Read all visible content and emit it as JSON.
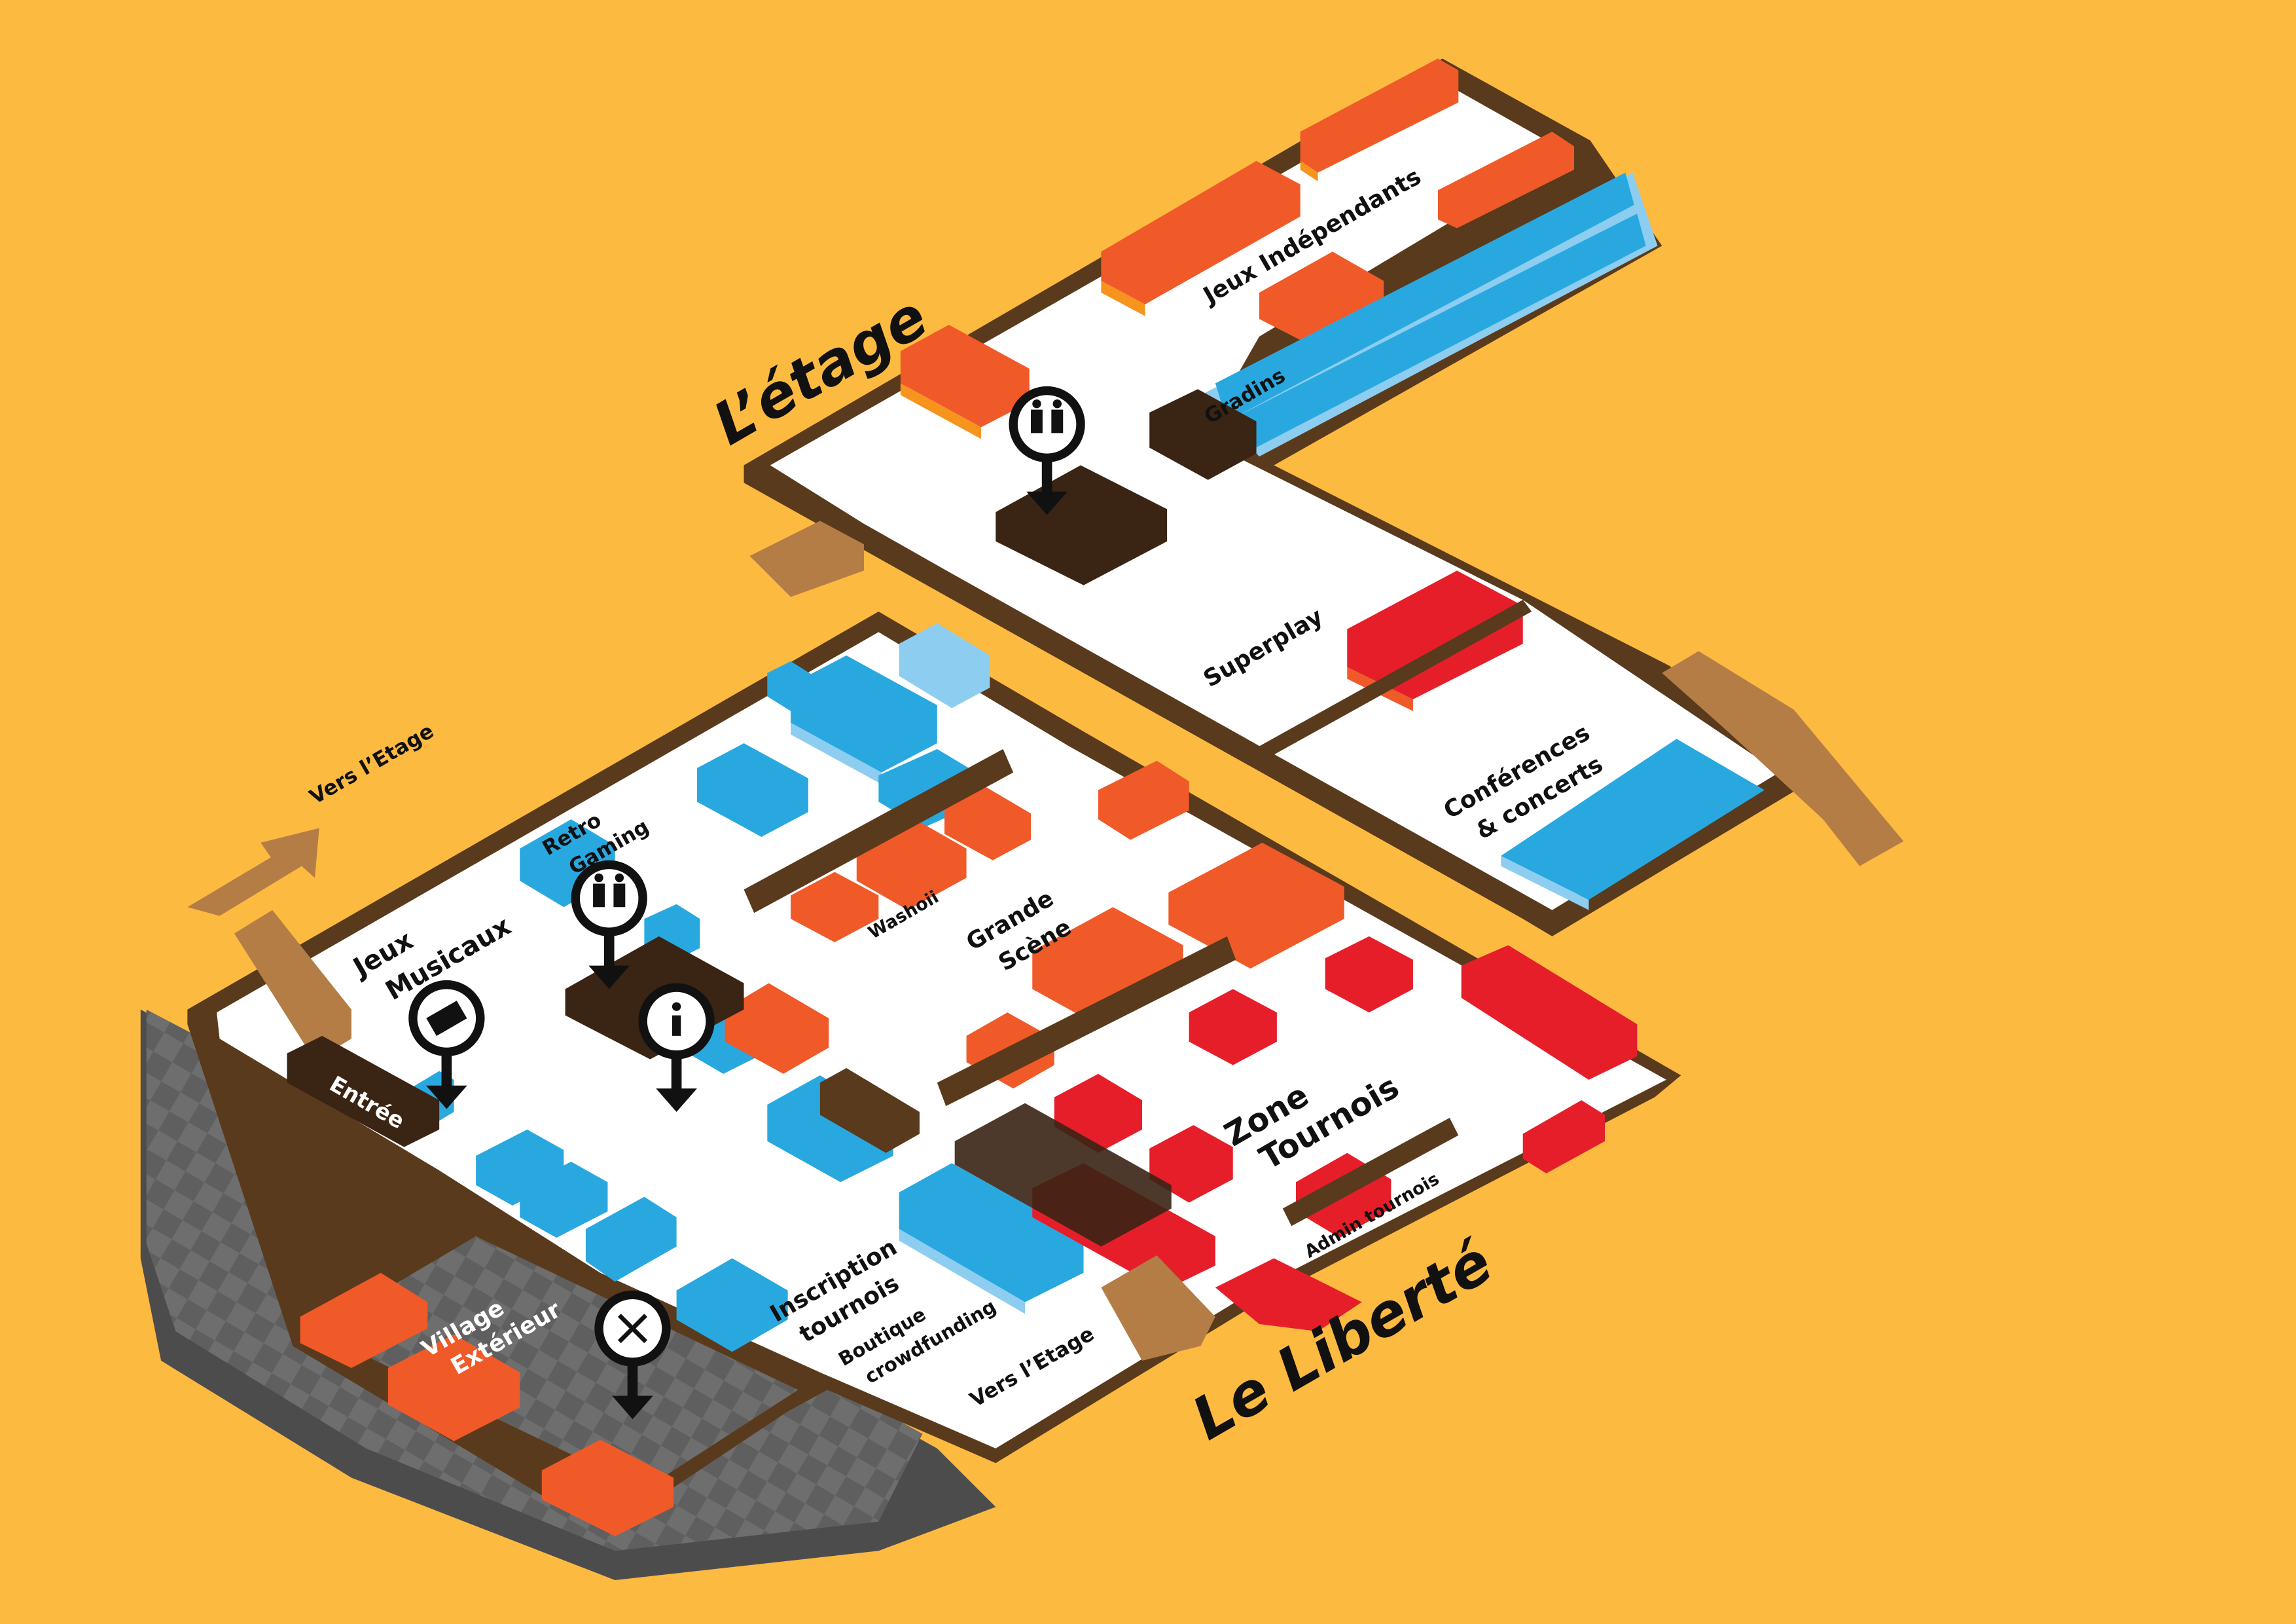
{
  "floors": {
    "upper_title": "L’étage",
    "lower_title": "Le Liberté"
  },
  "zones": {
    "jeux_independants": "Jeux Indépendants",
    "gradins": "Gradins",
    "superplay": "Superplay",
    "conferences_1": "Conférences",
    "conferences_2": "& concerts",
    "vers_etage_top": "Vers l’Etage",
    "retro_1": "Retro",
    "retro_2": "Gaming",
    "jeux_musicaux_1": "Jeux",
    "jeux_musicaux_2": "Musicaux",
    "washoii": "Washoii",
    "grande_scene_1": "Grande",
    "grande_scene_2": "Scène",
    "entree": "Entrée",
    "zone_tournois_1": "Zone",
    "zone_tournois_2": "Tournois",
    "admin_tournois": "Admin tournois",
    "inscription_1": "Inscription",
    "inscription_2": "tournois",
    "boutique_1": "Boutique",
    "boutique_2": "crowdfunding",
    "vers_etage_bottom": "Vers l’Etage",
    "village_1": "Village",
    "village_2": "Extérieur"
  },
  "icons": [
    "restroom-icon",
    "ticket-icon",
    "info-icon",
    "food-icon"
  ],
  "colors": {
    "background": "#FDBA40",
    "wall": "#5A3A1C",
    "floor": "#FFFFFF",
    "orange": "#F05A28",
    "light_orange": "#F7941D",
    "blue": "#29A8E0",
    "light_blue": "#8DCDF0",
    "red": "#E61E2A",
    "stairs": "#B47D46",
    "pavement": "#6B6B6B"
  }
}
